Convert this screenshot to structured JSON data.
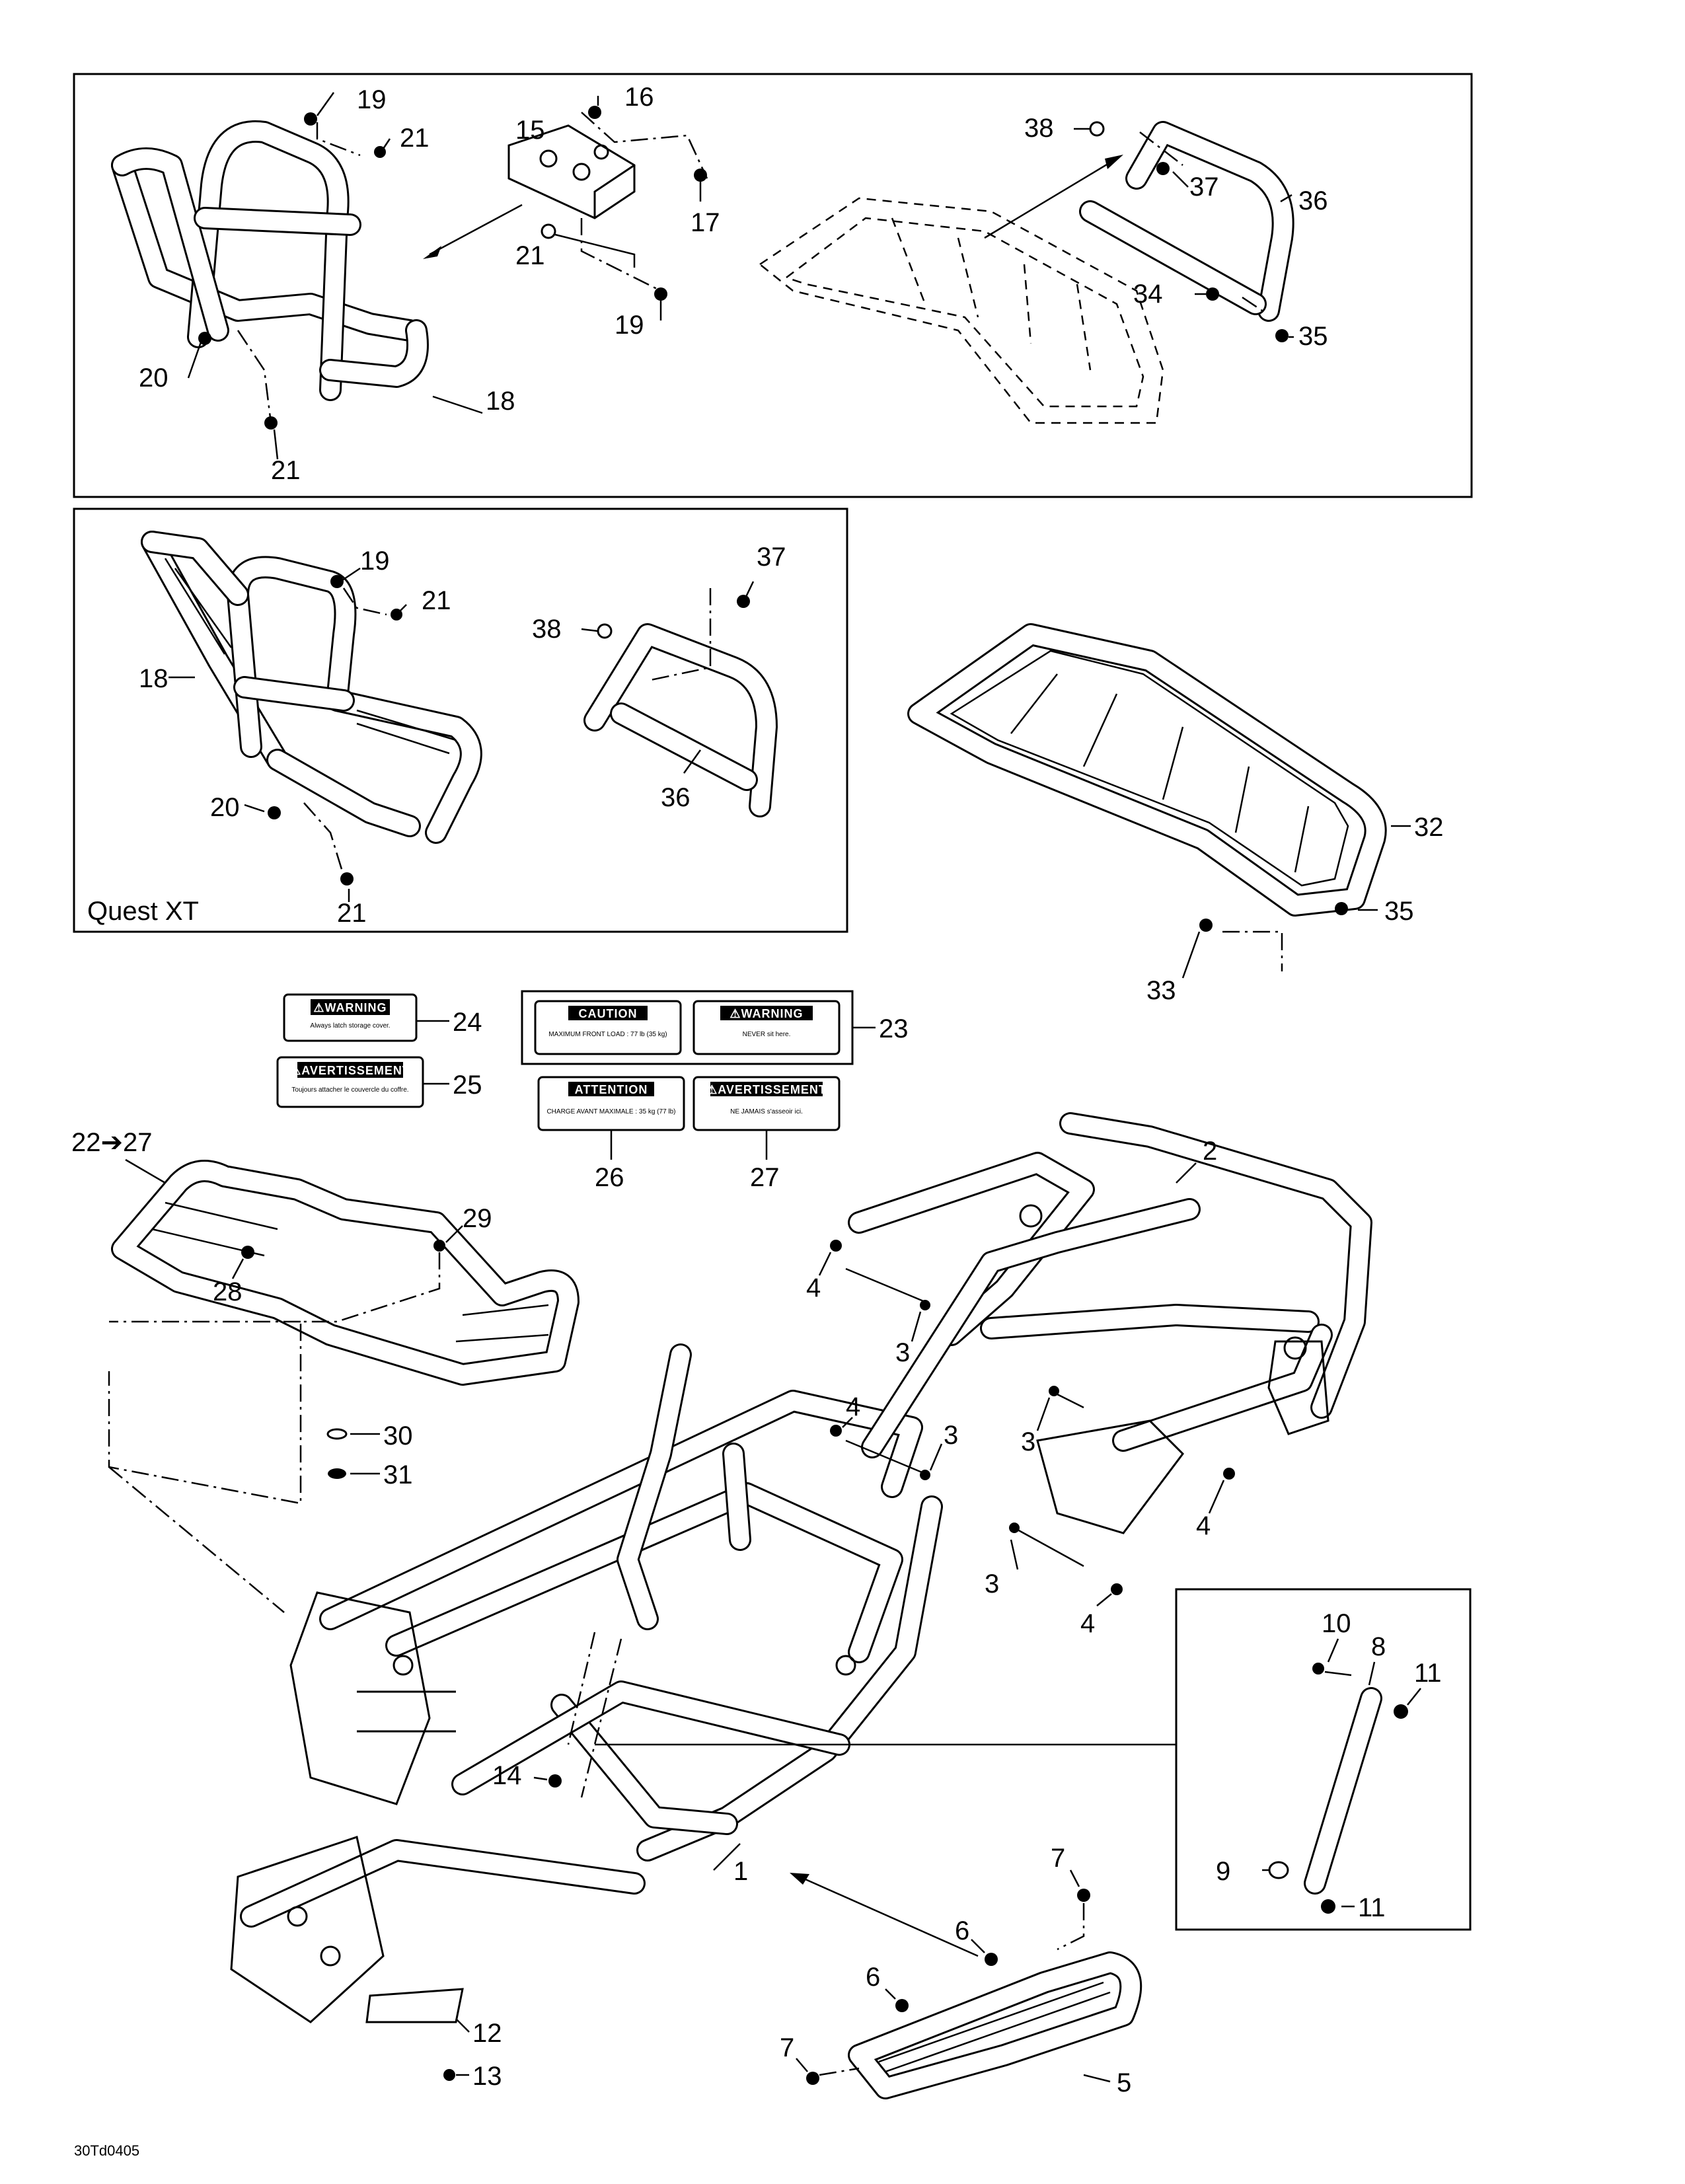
{
  "model_label": "Quest XT",
  "drawing_code": "30Td0405",
  "reference_range": "22➔27",
  "callouts": {
    "c1": "1",
    "c2": "2",
    "c3a": "3",
    "c3b": "3",
    "c3c": "3",
    "c3d": "3",
    "c4a": "4",
    "c4b": "4",
    "c4c": "4",
    "c4d": "4",
    "c5": "5",
    "c6a": "6",
    "c6b": "6",
    "c7a": "7",
    "c7b": "7",
    "c8": "8",
    "c9": "9",
    "c10": "10",
    "c11a": "11",
    "c11b": "11",
    "c12": "12",
    "c13": "13",
    "c14": "14",
    "c15": "15",
    "c16": "16",
    "c17": "17",
    "c18a": "18",
    "c18b": "18",
    "c19a": "19",
    "c19b": "19",
    "c19c": "19",
    "c20a": "20",
    "c20b": "20",
    "c21a": "21",
    "c21b": "21",
    "c21c": "21",
    "c21d": "21",
    "c21e": "21",
    "c23": "23",
    "c24": "24",
    "c25": "25",
    "c26": "26",
    "c27": "27",
    "c28": "28",
    "c29": "29",
    "c30": "30",
    "c31": "31",
    "c32": "32",
    "c33": "33",
    "c34": "34",
    "c35a": "35",
    "c35b": "35",
    "c36a": "36",
    "c36b": "36",
    "c37a": "37",
    "c37b": "37",
    "c38a": "38",
    "c38b": "38"
  },
  "decals": {
    "d24_head": "⚠WARNING",
    "d24_line": "Always latch storage cover.",
    "d25_head": "⚠AVERTISSEMENT",
    "d25_line": "Toujours attacher le couvercle du coffre.",
    "d23a_head": "CAUTION",
    "d23a_line": "MAXIMUM FRONT LOAD : 77 lb (35 kg)",
    "d23b_head": "⚠WARNING",
    "d23b_line": "NEVER sit here.",
    "d26_head": "ATTENTION",
    "d26_line": "CHARGE AVANT MAXIMALE : 35 kg (77 lb)",
    "d27_head": "⚠AVERTISSEMENT",
    "d27_line": "NE JAMAIS s'asseoir ici."
  }
}
